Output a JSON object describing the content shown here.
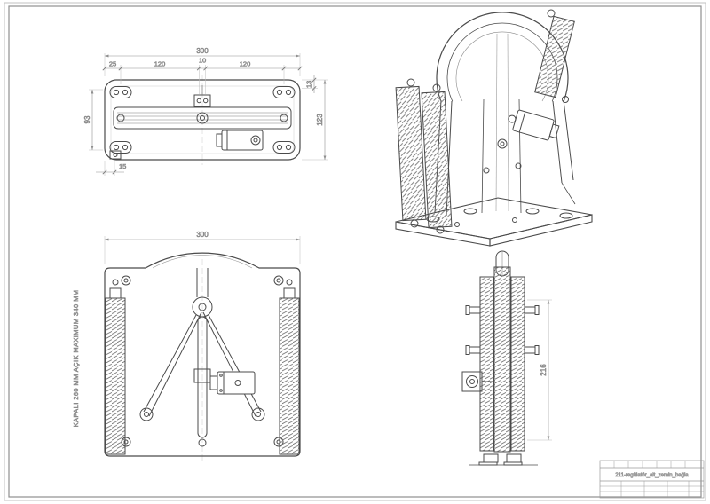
{
  "sheet": {
    "bg": "#ffffff",
    "frame_color": "#9a9a9a",
    "line_color": "#4b4b4b",
    "dim_color": "#8f8f8f",
    "text_color": "#666666"
  },
  "top_view": {
    "dim_total_width": "300",
    "dim_seg_1": "25",
    "dim_seg_2": "120",
    "dim_seg_3": "10",
    "dim_seg_4": "120",
    "dim_height_inner": "93",
    "dim_height_total": "123",
    "dim_top_offset": "13",
    "dim_bottom_offset": "15"
  },
  "front_view": {
    "dim_total_width": "300",
    "note": "KAPALI 260 MM AÇIK MAXIMUM 340 MM"
  },
  "side_view": {
    "dim_height": "216"
  },
  "title_block": {
    "drawing_title": "211-regülatör_alt_zemin_bağla"
  }
}
